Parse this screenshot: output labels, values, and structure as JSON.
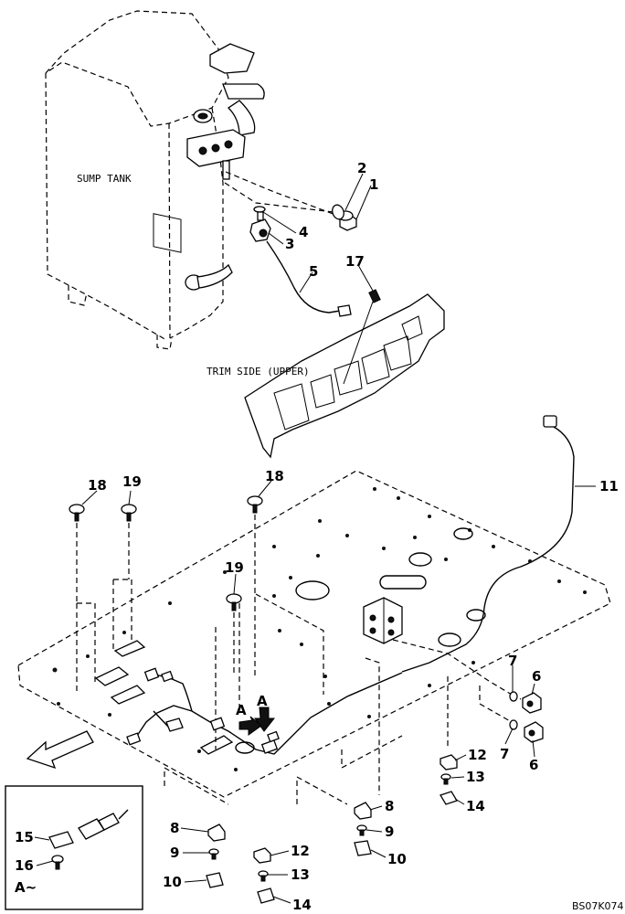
{
  "labels": {
    "sump_tank": "SUMP TANK",
    "trim_side": "TRIM SIDE (UPPER)",
    "view_a_arrow_1": "A",
    "view_a_arrow_2": "A",
    "inset_caption": "A~",
    "drawing_code": "BS07K074"
  },
  "callouts": [
    {
      "id": "c1",
      "text": "1"
    },
    {
      "id": "c2",
      "text": "2"
    },
    {
      "id": "c3",
      "text": "3"
    },
    {
      "id": "c4",
      "text": "4"
    },
    {
      "id": "c5",
      "text": "5"
    },
    {
      "id": "c17",
      "text": "17"
    },
    {
      "id": "c11",
      "text": "11"
    },
    {
      "id": "c18a",
      "text": "18"
    },
    {
      "id": "c19a",
      "text": "19"
    },
    {
      "id": "c18b",
      "text": "18"
    },
    {
      "id": "c19b",
      "text": "19"
    },
    {
      "id": "c7a",
      "text": "7"
    },
    {
      "id": "c6a",
      "text": "6"
    },
    {
      "id": "c7b",
      "text": "7"
    },
    {
      "id": "c6b",
      "text": "6"
    },
    {
      "id": "c12a",
      "text": "12"
    },
    {
      "id": "c13a",
      "text": "13"
    },
    {
      "id": "c14a",
      "text": "14"
    },
    {
      "id": "c8a",
      "text": "8"
    },
    {
      "id": "c9a",
      "text": "9"
    },
    {
      "id": "c10a",
      "text": "10"
    },
    {
      "id": "c8b",
      "text": "8"
    },
    {
      "id": "c9b",
      "text": "9"
    },
    {
      "id": "c10b",
      "text": "10"
    },
    {
      "id": "c12b",
      "text": "12"
    },
    {
      "id": "c13b",
      "text": "13"
    },
    {
      "id": "c14b",
      "text": "14"
    },
    {
      "id": "c15",
      "text": "15"
    },
    {
      "id": "c16",
      "text": "16"
    }
  ]
}
